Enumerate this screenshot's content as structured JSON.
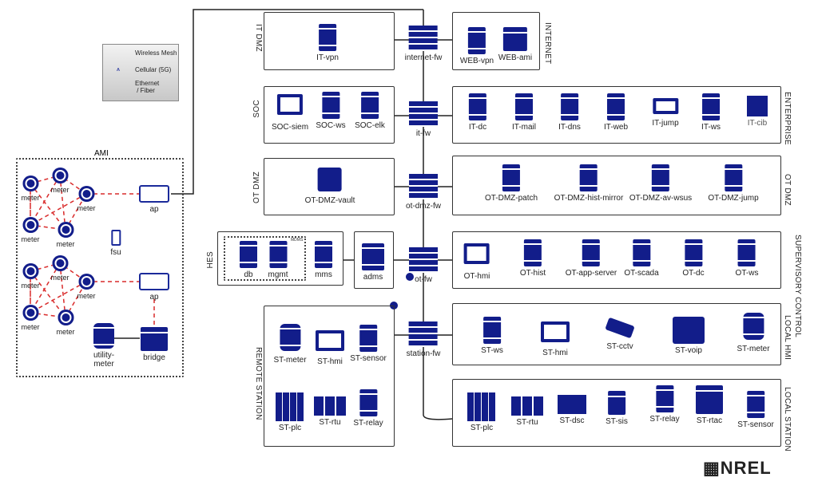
{
  "legend": {
    "wireless": "Wireless Mesh",
    "cellular": "Cellular (5G)",
    "ethernet_line1": "Ethernet",
    "ethernet_line2": "/ Fiber"
  },
  "colors": {
    "icon": "#121d8a",
    "mesh": "#d92b2b",
    "wire": "#222222"
  },
  "ami": {
    "title": "AMI",
    "meter": "meter",
    "ap": "ap",
    "fsu": "fsu",
    "utility_meter": "utility-meter",
    "bridge": "bridge"
  },
  "firewalls": [
    "internet-fw",
    "it-fw",
    "ot-dmz-fw",
    "ot-fw",
    "station-fw"
  ],
  "itdmz": {
    "title": "IT DMZ",
    "nodes": [
      "IT-vpn"
    ]
  },
  "internet": {
    "title": "INTERNET",
    "nodes": [
      "WEB-vpn",
      "WEB-ami"
    ]
  },
  "soc": {
    "title": "SOC",
    "nodes": [
      "SOC-siem",
      "SOC-ws",
      "SOC-elk"
    ]
  },
  "enterprise": {
    "title": "ENTERPRISE",
    "nodes": [
      "IT-dc",
      "IT-mail",
      "IT-dns",
      "IT-web",
      "IT-jump",
      "IT-ws",
      "IT-cib"
    ]
  },
  "otdmz_left": {
    "title": "OT DMZ",
    "nodes": [
      "OT-DMZ-vault"
    ]
  },
  "otdmz": {
    "title": "OT DMZ",
    "nodes": [
      "OT-DMZ-patch",
      "OT-DMZ-hist-mirror",
      "OT-DMZ-av-wsus",
      "OT-DMZ-jump"
    ]
  },
  "hes": {
    "title": "HES",
    "mdms": "MDMS",
    "nodes": [
      "db",
      "mgmt",
      "mms"
    ],
    "adms": "adms"
  },
  "supervisory": {
    "title": "SUPERVISORY CONTROL",
    "nodes": [
      "OT-hmi",
      "OT-hist",
      "OT-app-server",
      "OT-scada",
      "OT-dc",
      "OT-ws"
    ]
  },
  "remote": {
    "title": "REMOTE STATION",
    "nodes": [
      "ST-meter",
      "ST-hmi",
      "ST-sensor",
      "ST-plc",
      "ST-rtu",
      "ST-relay"
    ]
  },
  "localhmi": {
    "title": "LOCAL HMI",
    "nodes": [
      "ST-ws",
      "ST-hmi",
      "ST-cctv",
      "ST-voip",
      "ST-meter"
    ]
  },
  "localstation": {
    "title": "LOCAL STATION",
    "nodes": [
      "ST-plc",
      "ST-rtu",
      "ST-dsc",
      "ST-sis",
      "ST-relay",
      "ST-rtac",
      "ST-sensor"
    ]
  },
  "logo": "NREL"
}
